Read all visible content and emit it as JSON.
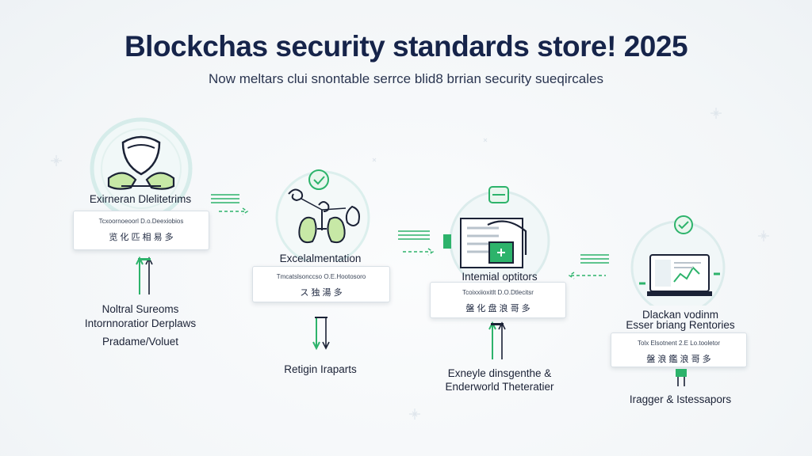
{
  "title": "Blockchas security standards store! 2025",
  "subtitle": "Now meltars clui snontable serrce blid8 brrian security sueqircales",
  "stages": [
    {
      "label": "Exirneran Dlelitetrims",
      "card_line1": "Tcxoornoeoorl D.o.Deexiobios",
      "card_line2": "览 化 匹 相 易 多",
      "notes": [
        "Noltral Sureoms",
        "Intornnoratior Derplaws",
        "Pradame/Voluet"
      ],
      "icon": "handshake-shield-icon"
    },
    {
      "label": "Excelalmentation",
      "card_line1": "Tmcatslsonccso O.E.Hootosoro",
      "card_line2": "ス 独 湯 多",
      "notes": [
        "Retigin Iraparts"
      ],
      "icon": "lungs-connection-icon"
    },
    {
      "label": "Intemial optitors",
      "card_line1": "Tcoixxiioxitlt D.O.Dtlecitsr",
      "card_line2": "盤 化 盘 浪 哥 多",
      "notes": [
        "Exneyle dinsgenthe &",
        "Enderworld Theteratier"
      ],
      "icon": "document-lock-icon"
    },
    {
      "label": "Dlackan vodinm",
      "label2": "Esser briang Rentories",
      "card_line1": "Tolx Elsotnent 2.E Lo.tooletor",
      "card_line2": "盤 浪 鑑 浪 哥 多",
      "notes": [
        "Iragger & Istessapors"
      ],
      "icon": "monitor-dashboard-icon"
    }
  ],
  "colors": {
    "accent": "#2db36b",
    "ring": "#bfe3df",
    "navy": "#16244a"
  }
}
